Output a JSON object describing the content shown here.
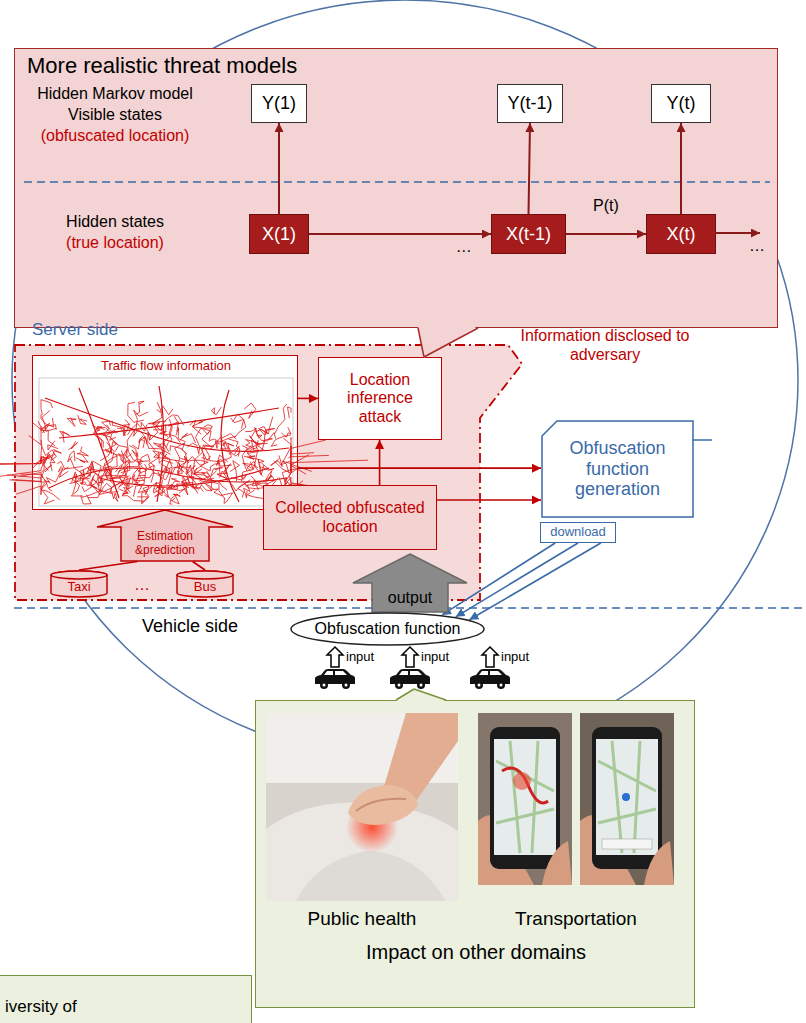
{
  "diagram": {
    "nodes": [
      {
        "text": [
          "More realistic threat models"
        ]
      },
      {
        "text": [
          "Y(1)"
        ],
        "in": 0
      },
      {
        "text": [
          "Y(t-1)"
        ],
        "in": 0
      },
      {
        "text": [
          "Y(t)"
        ],
        "in": 0
      },
      {
        "text": [
          "X(1)"
        ],
        "in": 0
      },
      {
        "text": [
          "X(t-1)"
        ],
        "in": 0
      },
      {
        "text": [
          "X(t)"
        ],
        "in": 0
      },
      {
        "text": [
          "Server side"
        ]
      },
      {
        "text": [
          "Traffic flow information"
        ],
        "in": 7
      },
      {
        "text": [
          "Location inference attack"
        ],
        "in": 7
      },
      {
        "text": [
          "Collected obfuscated location"
        ],
        "in": 7
      },
      {
        "text": [
          "Estimation &prediction"
        ],
        "in": 7
      },
      {
        "text": [
          "Taxi"
        ],
        "in": 7
      },
      {
        "text": [
          "Bus"
        ],
        "in": 7
      },
      {
        "text": [
          "Obfuscation function generation"
        ]
      },
      {
        "text": [
          "download"
        ]
      },
      {
        "text": [
          "output"
        ]
      },
      {
        "text": [
          "Obfuscation function"
        ]
      },
      {
        "text": [
          "Public health",
          "Transportation",
          "Impact on other domains"
        ]
      },
      {
        "text": [
          "iversity of"
        ]
      }
    ],
    "edges": [
      {
        "from": 4,
        "to": 1,
        "arrow": "to"
      },
      {
        "from": 5,
        "to": 2,
        "arrow": "to"
      },
      {
        "from": 6,
        "to": 3,
        "arrow": "to"
      },
      {
        "from": 4,
        "to": 5,
        "arrow": "to",
        "label": "…"
      },
      {
        "from": 5,
        "to": 6,
        "arrow": "to",
        "label": "P(t)"
      },
      {
        "from": 8,
        "to": 9,
        "arrow": "to"
      },
      {
        "from": 10,
        "to": 9,
        "arrow": "to"
      },
      {
        "from": 12,
        "to": 11,
        "arrow": "none"
      },
      {
        "from": 13,
        "to": 11,
        "arrow": "none"
      },
      {
        "from": 8,
        "to": 14,
        "arrow": "to"
      },
      {
        "from": 10,
        "to": 14,
        "arrow": "to"
      },
      {
        "from": 15,
        "to": 17,
        "arrow": "to"
      },
      {
        "from": 15,
        "to": 17,
        "arrow": "to"
      },
      {
        "from": 15,
        "to": 17,
        "arrow": "to"
      }
    ],
    "labels": [
      "Hidden Markov model",
      "Visible states",
      "(obfuscated location)",
      "Hidden states",
      "(true location)",
      "…",
      "Information disclosed to adversary",
      "…",
      "Vehicle side",
      "input",
      "input",
      "input"
    ]
  }
}
